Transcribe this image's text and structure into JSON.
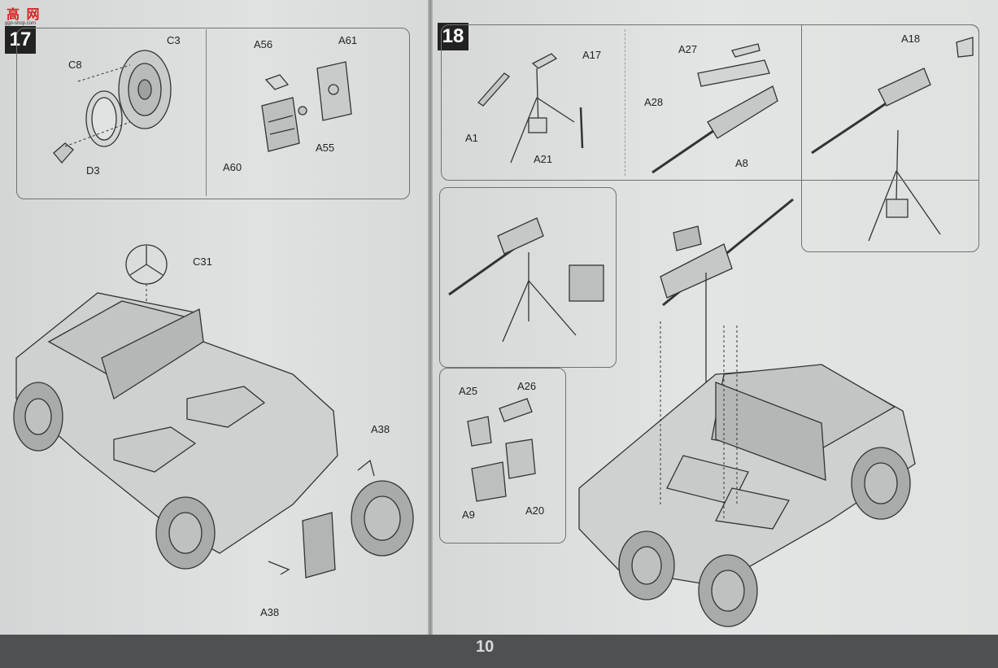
{
  "site_logo": {
    "text": "高 网",
    "url": "ggo-shop.com"
  },
  "page_number": "10",
  "steps": [
    {
      "number": "17"
    },
    {
      "number": "18"
    }
  ],
  "step17": {
    "wheel_labels": {
      "c3": "C3",
      "c8": "C8",
      "d3": "D3"
    },
    "can_labels": {
      "a56": "A56",
      "a61": "A61",
      "a55": "A55",
      "a60": "A60"
    },
    "main_labels": {
      "c31": "C31",
      "a38_right": "A38",
      "a38_bottom": "A38"
    }
  },
  "step18": {
    "tripod_labels": {
      "a17": "A17",
      "a1": "A1",
      "a21": "A21"
    },
    "gun_labels": {
      "a27": "A27",
      "a28": "A28",
      "a8": "A8"
    },
    "mount_labels": {
      "a18": "A18"
    },
    "ammo_labels": {
      "a25": "A25",
      "a26": "A26",
      "a9": "A9",
      "a20": "A20"
    }
  }
}
